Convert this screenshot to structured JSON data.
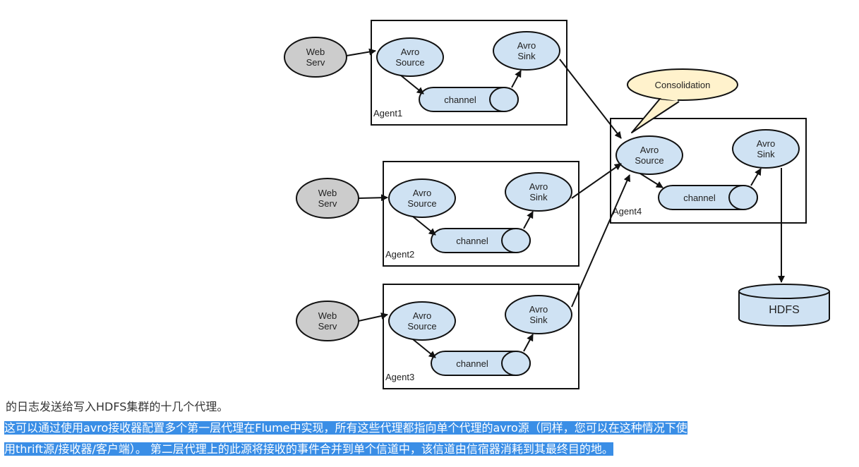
{
  "diagram": {
    "web_serv_label": [
      "Web",
      "Serv"
    ],
    "avro_source_label": [
      "Avro",
      "Source"
    ],
    "avro_sink_label": [
      "Avro",
      "Sink"
    ],
    "channel_label": "channel",
    "agents": [
      "Agent1",
      "Agent2",
      "Agent3",
      "Agent4"
    ],
    "consolidation_label": "Consolidation",
    "hdfs_label": "HDFS",
    "colors": {
      "web_serv_fill": "#cccccc",
      "node_fill": "#cfe2f3",
      "callout_fill": "#fff2cc",
      "stroke": "#111111"
    }
  },
  "text": {
    "line1": "的日志发送给写入HDFS集群的十几个代理。",
    "line2": "这可以通过使用avro接收器配置多个第一层代理在Flume中实现，所有这些代理都指向单个代理的avro源（同样，您可以在这种情况下使",
    "line3": "用thrift源/接收器/客户端）。 第二层代理上的此源将接收的事件合并到单个信道中，该信道由信宿器消耗到其最终目的地。"
  }
}
